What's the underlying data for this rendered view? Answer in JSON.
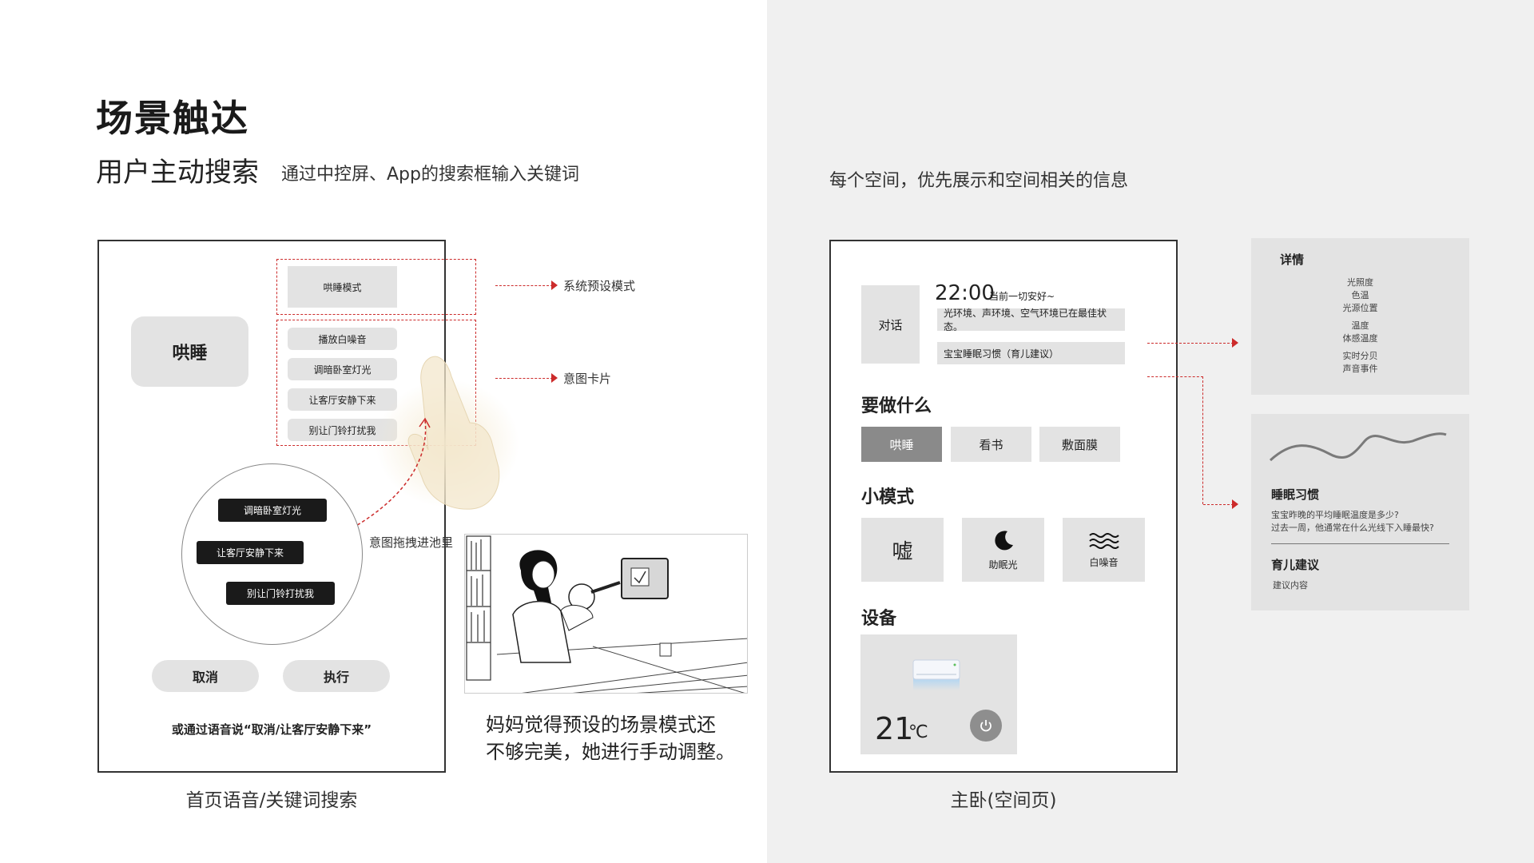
{
  "page": {
    "title": "场景触达",
    "subtitle": "用户主动搜索",
    "subtitle_note": "通过中控屏、App的搜索框输入关键词",
    "right_intro": "每个空间，优先展示和空间相关的信息"
  },
  "home": {
    "sleep_bubble": "哄睡",
    "preset_mode": "哄睡模式",
    "intent_cards": [
      "播放白噪音",
      "调暗卧室灯光",
      "让客厅安静下来",
      "别让门铃打扰我"
    ],
    "callouts": {
      "preset": "系统预设模式",
      "intent": "意图卡片",
      "drag": "意图拖拽进池里"
    },
    "pool_items": [
      "调暗卧室灯光",
      "让客厅安静下来",
      "别让门铃打扰我"
    ],
    "cancel_label": "取消",
    "execute_label": "执行",
    "voice_hint": "或通过语音说“取消/让客厅安静下来”",
    "caption": "首页语音/关键词搜索"
  },
  "illustration": {
    "caption_line1": "妈妈觉得预设的场景模式还",
    "caption_line2": "不够完美，她进行手动调整。"
  },
  "room": {
    "dialog_label": "对话",
    "clock": "22:00",
    "clock_note": "当前一切安好~",
    "info_rows": [
      "光环境、声环境、空气环境已在最佳状态。",
      "宝宝睡眠习惯（育儿建议）"
    ],
    "section_todo": "要做什么",
    "todo_tabs": [
      "哄睡",
      "看书",
      "敷面膜"
    ],
    "section_mini": "小模式",
    "mini_modes": [
      {
        "glyph": "嘘",
        "label": ""
      },
      {
        "icon": "moon-icon",
        "label": "助眠光"
      },
      {
        "icon": "wave-icon",
        "label": "白噪音"
      }
    ],
    "section_device": "设备",
    "temperature": "21",
    "temperature_unit": "℃",
    "caption": "主卧(空间页)"
  },
  "detail": {
    "title": "详情",
    "lines": [
      "光照度",
      "色温",
      "光源位置",
      "温度",
      "体感温度",
      "实时分贝",
      "声音事件"
    ]
  },
  "habit": {
    "title": "睡眠习惯",
    "q1": "宝宝昨晚的平均睡眠温度是多少?",
    "q2": "过去一周，他通常在什么光线下入睡最快?",
    "parent_title": "育儿建议",
    "parent_body": "建议内容"
  },
  "colors": {
    "accent_red": "#cc2b2b",
    "tile_gray": "#e3e3e3",
    "active_tab": "#8a8a8a",
    "right_bg": "#f0f0f0"
  }
}
